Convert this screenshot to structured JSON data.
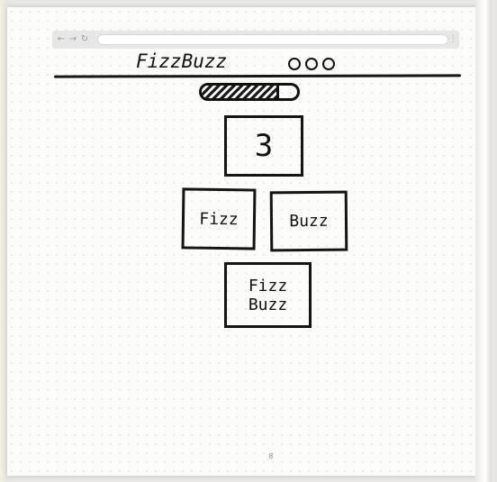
{
  "app": {
    "title": "FizzBuzz",
    "menu_icon": "more-dots-icon"
  },
  "browser": {
    "back_icon": "back-arrow-icon",
    "forward_icon": "forward-arrow-icon",
    "reload_icon": "reload-icon",
    "menu_icon": "kebab-menu-icon"
  },
  "progress": {
    "fraction": 0.78
  },
  "game": {
    "current_number": "3",
    "buttons": {
      "fizz_label": "Fizz",
      "buzz_label": "Buzz",
      "fizzbuzz_line1": "Fizz",
      "fizzbuzz_line2": "Buzz"
    }
  },
  "page_number": "8"
}
